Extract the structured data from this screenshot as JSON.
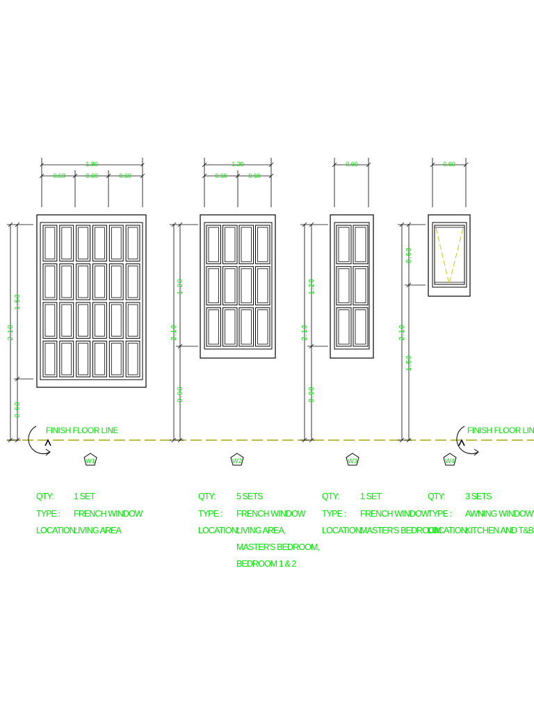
{
  "floor_line_label": "FINISH FLOOR LINE",
  "colors": {
    "text": "#00e600",
    "line": "#000000",
    "floor_line": "#a6a600",
    "swing_line": "#c8c800"
  },
  "windows": [
    {
      "tag": "W1",
      "width_total": "1.80",
      "width_parts": [
        "0.60",
        "0.60",
        "0.60"
      ],
      "height_total": "2.10",
      "height_window": "1.50",
      "height_sill": "0.60",
      "qty_label": "QTY:",
      "qty": "1 SET",
      "type_label": "TYPE :",
      "type": "FRENCH WINDOW",
      "location_label": "LOCATION:",
      "location": [
        "LIVING AREA"
      ]
    },
    {
      "tag": "W2",
      "width_total": "1.20",
      "width_parts": [
        "0.60",
        "0.60"
      ],
      "height_total": "2.10",
      "height_window": "1.20",
      "height_sill": "0.90",
      "qty_label": "QTY:",
      "qty": "5 SETS",
      "type_label": "TYPE :",
      "type": "FRENCH WINDOW",
      "location_label": "LOCATION:",
      "location": [
        "LIVING AREA,",
        "MASTER'S BEDROOM,",
        "BEDROOM 1 & 2"
      ]
    },
    {
      "tag": "W3",
      "width_total": "0.60",
      "height_total": "2.10",
      "height_window": "1.20",
      "height_sill": "0.90",
      "qty_label": "QTY:",
      "qty": "1 SET",
      "type_label": "TYPE :",
      "type": "FRENCH WINDOW",
      "location_label": "LOCATION:",
      "location": [
        "MASTER'S BEDROOM"
      ]
    },
    {
      "tag": "W4",
      "width_total": "0.60",
      "height_total": "2.10",
      "height_window": "0.60",
      "height_sill": "1.50",
      "qty_label": "QTY:",
      "qty": "3 SETS",
      "type_label": "TYPE :",
      "type": "AWNING WINDOW",
      "location_label": "LOCATION:",
      "location": [
        "KITCHEN AND T&B"
      ]
    }
  ]
}
